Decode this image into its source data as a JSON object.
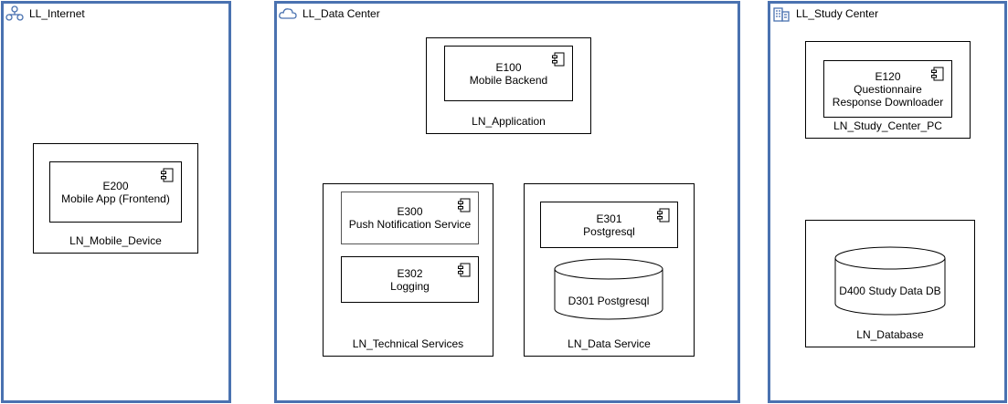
{
  "lanes": {
    "internet": {
      "title": "LL_Internet",
      "icon": "network-icon"
    },
    "datacenter": {
      "title": "LL_Data Center",
      "icon": "cloud-icon"
    },
    "studycenter": {
      "title": "LL_Study Center",
      "icon": "building-icon"
    }
  },
  "nodes": {
    "mobile_device": {
      "label": "LN_Mobile_Device"
    },
    "application": {
      "label": "LN_Application"
    },
    "technical_services": {
      "label": "LN_Technical Services"
    },
    "data_service": {
      "label": "LN_Data Service"
    },
    "study_center_pc": {
      "label": "LN_Study_Center_PC"
    },
    "database": {
      "label": "LN_Database"
    }
  },
  "components": {
    "e200": {
      "id": "E200",
      "name": "Mobile App (Frontend)"
    },
    "e100": {
      "id": "E100",
      "name": "Mobile Backend"
    },
    "e300": {
      "id": "E300",
      "name": "Push Notification Service"
    },
    "e302": {
      "id": "E302",
      "name": "Logging"
    },
    "e301": {
      "id": "E301",
      "name": "Postgresql"
    },
    "e120": {
      "id": "E120",
      "name_line1": "Questionnaire",
      "name_line2": "Response Downloader"
    }
  },
  "databases": {
    "d301": {
      "label": "D301 Postgresql"
    },
    "d400": {
      "label": "D400 Study Data DB"
    }
  }
}
